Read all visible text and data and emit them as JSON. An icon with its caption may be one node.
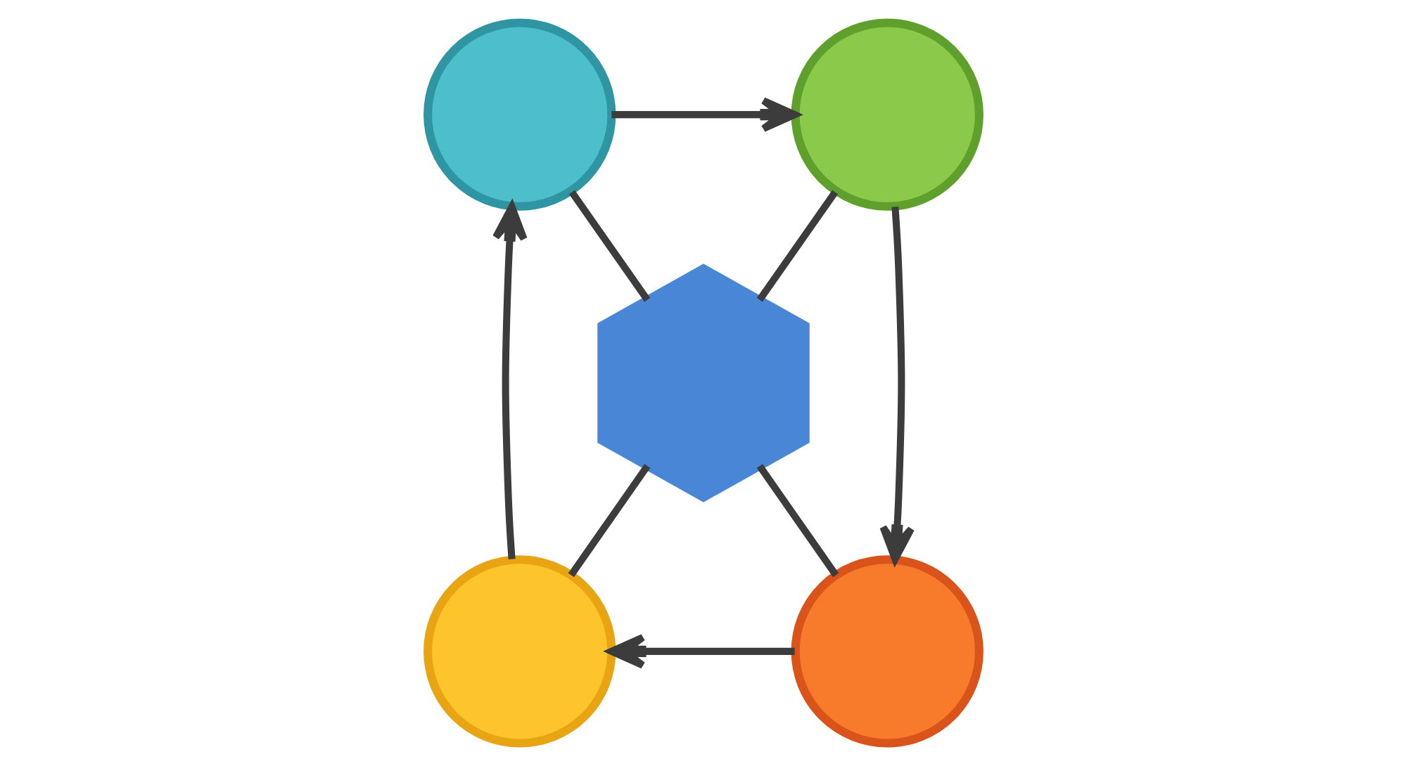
{
  "diagram": {
    "nodes": [
      {
        "text": [],
        "shape": "circle"
      },
      {
        "text": [],
        "shape": "circle"
      },
      {
        "text": [],
        "shape": "hexagon"
      },
      {
        "text": [],
        "shape": "circle"
      },
      {
        "text": [],
        "shape": "circle"
      }
    ],
    "edges": [
      {
        "from": 0,
        "to": 1,
        "arrow": "to"
      },
      {
        "from": 1,
        "to": 4,
        "arrow": "to"
      },
      {
        "from": 4,
        "to": 3,
        "arrow": "to"
      },
      {
        "from": 3,
        "to": 0,
        "arrow": "to"
      },
      {
        "from": 0,
        "to": 2,
        "arrow": "none"
      },
      {
        "from": 1,
        "to": 2,
        "arrow": "none"
      },
      {
        "from": 2,
        "to": 3,
        "arrow": "none"
      },
      {
        "from": 2,
        "to": 4,
        "arrow": "none"
      }
    ]
  }
}
